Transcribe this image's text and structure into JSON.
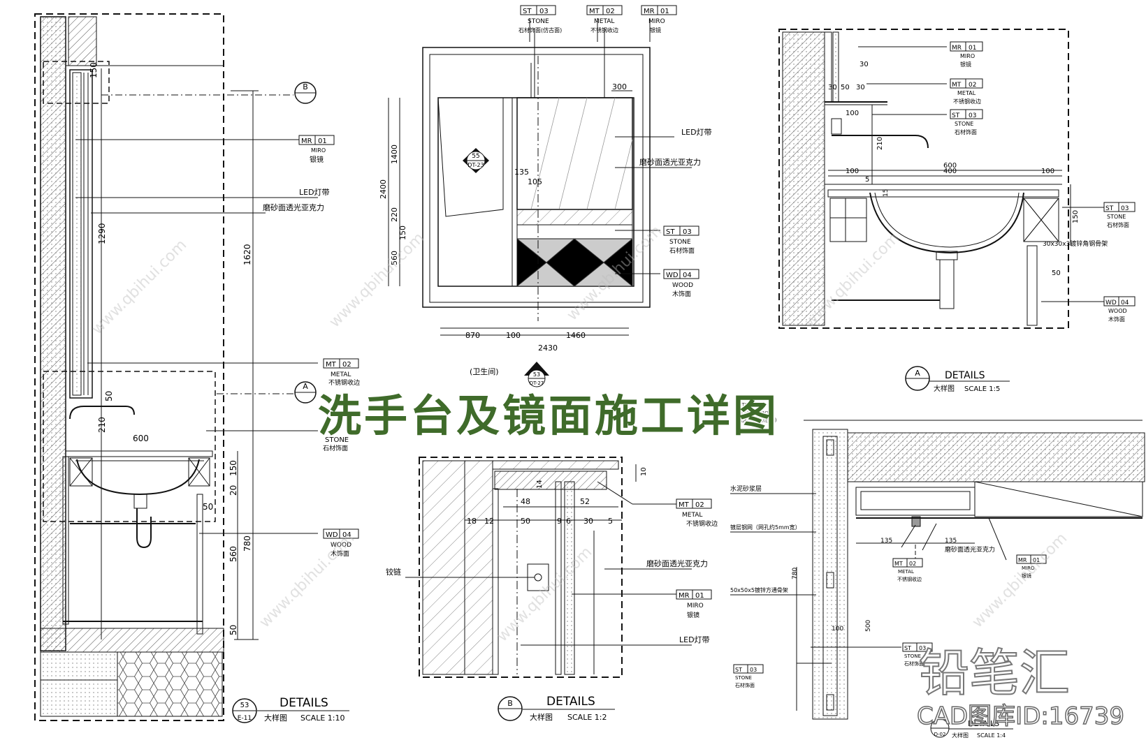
{
  "title": "洗手台及镜面施工详图",
  "watermark": {
    "brand": "铅笔汇",
    "image_id": "CAD图库ID:16739",
    "site": "www.qbihui.com"
  },
  "colors": {
    "title": "#3f6b2a",
    "line": "#111111",
    "hatch": "#555555"
  },
  "tags": {
    "mr01": {
      "code": "MR",
      "num": "01",
      "en": "MIRO",
      "cn": "银镜"
    },
    "mt02": {
      "code": "MT",
      "num": "02",
      "en": "METAL",
      "cn": "不锈钢收边"
    },
    "st03": {
      "code": "ST",
      "num": "03",
      "en": "STONE",
      "cn": "石材饰面",
      "cn_alt": "石材饰面(仿古面)"
    },
    "wd04": {
      "code": "WD",
      "num": "04",
      "en": "WOOD",
      "cn": "木饰面"
    }
  },
  "notes": {
    "led": "LED灯带",
    "acrylic": "磨砂面透光亚克力",
    "hinge": "铰链",
    "room": "(卫生间)",
    "angle": "30x30x3镀锌角钢骨架",
    "cement": "水泥砂浆层",
    "clamp": "镀层钢网（网孔约5mm宽）",
    "tube": "50x50x5镀锌方通骨架",
    "paint": "LING / PAINT",
    "paint_cn": "乳胶漆饰面(白色)"
  },
  "panels": {
    "p53": {
      "heading": "DETAILS",
      "sub": "大样图",
      "scale": "SCALE 1:10",
      "num": "53",
      "ref": "E-11"
    },
    "pB": {
      "heading": "DETAILS",
      "sub": "大样图",
      "scale": "SCALE 1:2",
      "letter": "B"
    },
    "pA": {
      "heading": "DETAILS",
      "sub": "大样图",
      "scale": "SCALE 1:5",
      "letter": "A"
    },
    "pD": {
      "heading": "DETAILS",
      "sub": "大样图",
      "scale": "SCALE 1:4",
      "ref": "D-02"
    }
  },
  "markers": {
    "b": "B",
    "a": "A",
    "elev": "55",
    "elev_ref": "DT-23",
    "sec": "53",
    "sec_ref": "DT-27"
  },
  "dims": {
    "d150": "150",
    "d1290": "1290",
    "d1620": "1620",
    "d50": "50",
    "d210": "210",
    "d600": "600",
    "d20": "20",
    "d560": "560",
    "d780": "780",
    "d300": "300",
    "d1400": "1400",
    "d2400": "2400",
    "d220": "220",
    "d135": "135",
    "d105": "105",
    "d10": "10",
    "d870": "870",
    "d100": "100",
    "d1460": "1460",
    "d2430": "2430",
    "d30": "30",
    "d400": "400",
    "d5": "5",
    "d15": "15",
    "d48": "48",
    "d52": "52",
    "d18": "18",
    "d12": "12",
    "d9": "9",
    "d6": "6",
    "d14": "14",
    "d500": "500"
  }
}
